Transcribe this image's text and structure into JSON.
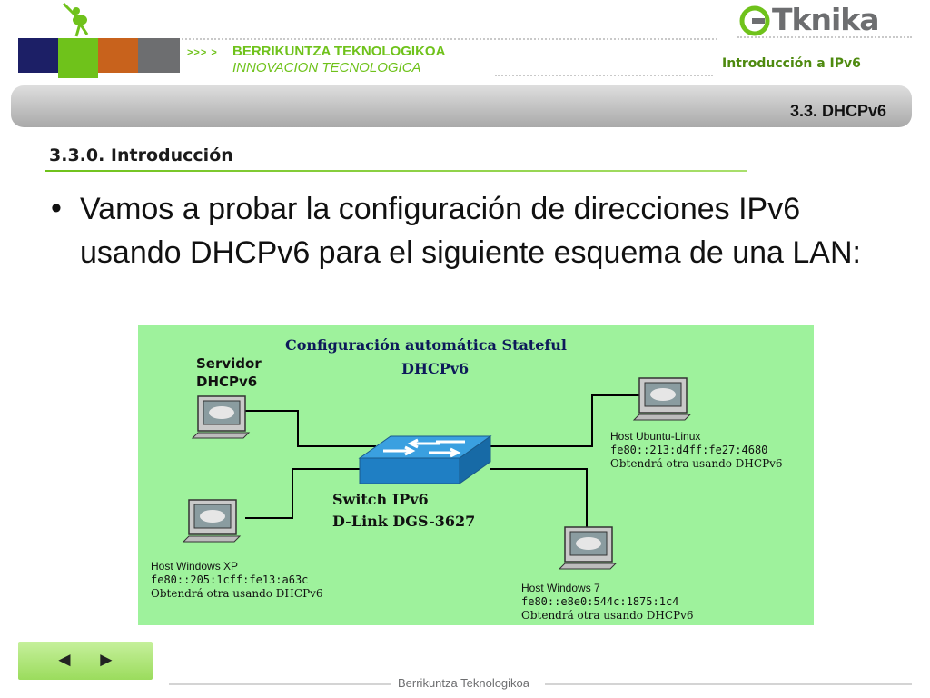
{
  "header": {
    "brand_arrows": ">>> >",
    "brand_title": "BERRIKUNTZA TEKNOLOGIKOA",
    "brand_subtitle": "INNOVACION TECNOLOGICA",
    "logo_text": "Tknika",
    "topic": "Introducción a IPv6",
    "colors": {
      "navy": "#1c1f66",
      "green": "#6fc21b",
      "orange": "#c8621c",
      "gray": "#6d6e70"
    }
  },
  "banner": {
    "title": "3.3. DHCPv6"
  },
  "section": {
    "title": "3.3.0. Introducción"
  },
  "bullet": {
    "text": "Vamos a probar la configuración de direcciones IPv6 usando DHCPv6 para el siguiente esquema de una LAN:"
  },
  "diagram": {
    "title_line1": "Configuración automática Stateful",
    "title_line2": "DHCPv6",
    "server": {
      "line1": "Servidor",
      "line2": "DHCPv6"
    },
    "switch": {
      "line1": "Switch IPv6",
      "line2": "D-Link DGS-3627"
    },
    "hosts": [
      {
        "name": "Host Ubuntu-Linux",
        "addr": "fe80::213:d4ff:fe27:4680",
        "note": "Obtendrá otra usando DHCPv6"
      },
      {
        "name": "Host Windows XP",
        "addr": "fe80::205:1cff:fe13:a63c",
        "note": "Obtendrá otra usando DHCPv6"
      },
      {
        "name": "Host Windows 7",
        "addr": "fe80::e8e0:544c:1875:1c4",
        "note": "Obtendrá otra usando DHCPv6"
      }
    ],
    "background_color": "#9ef29c"
  },
  "nav": {
    "prev": "◄",
    "next": "►"
  },
  "footer": {
    "text": "Berrikuntza Teknologikoa"
  }
}
